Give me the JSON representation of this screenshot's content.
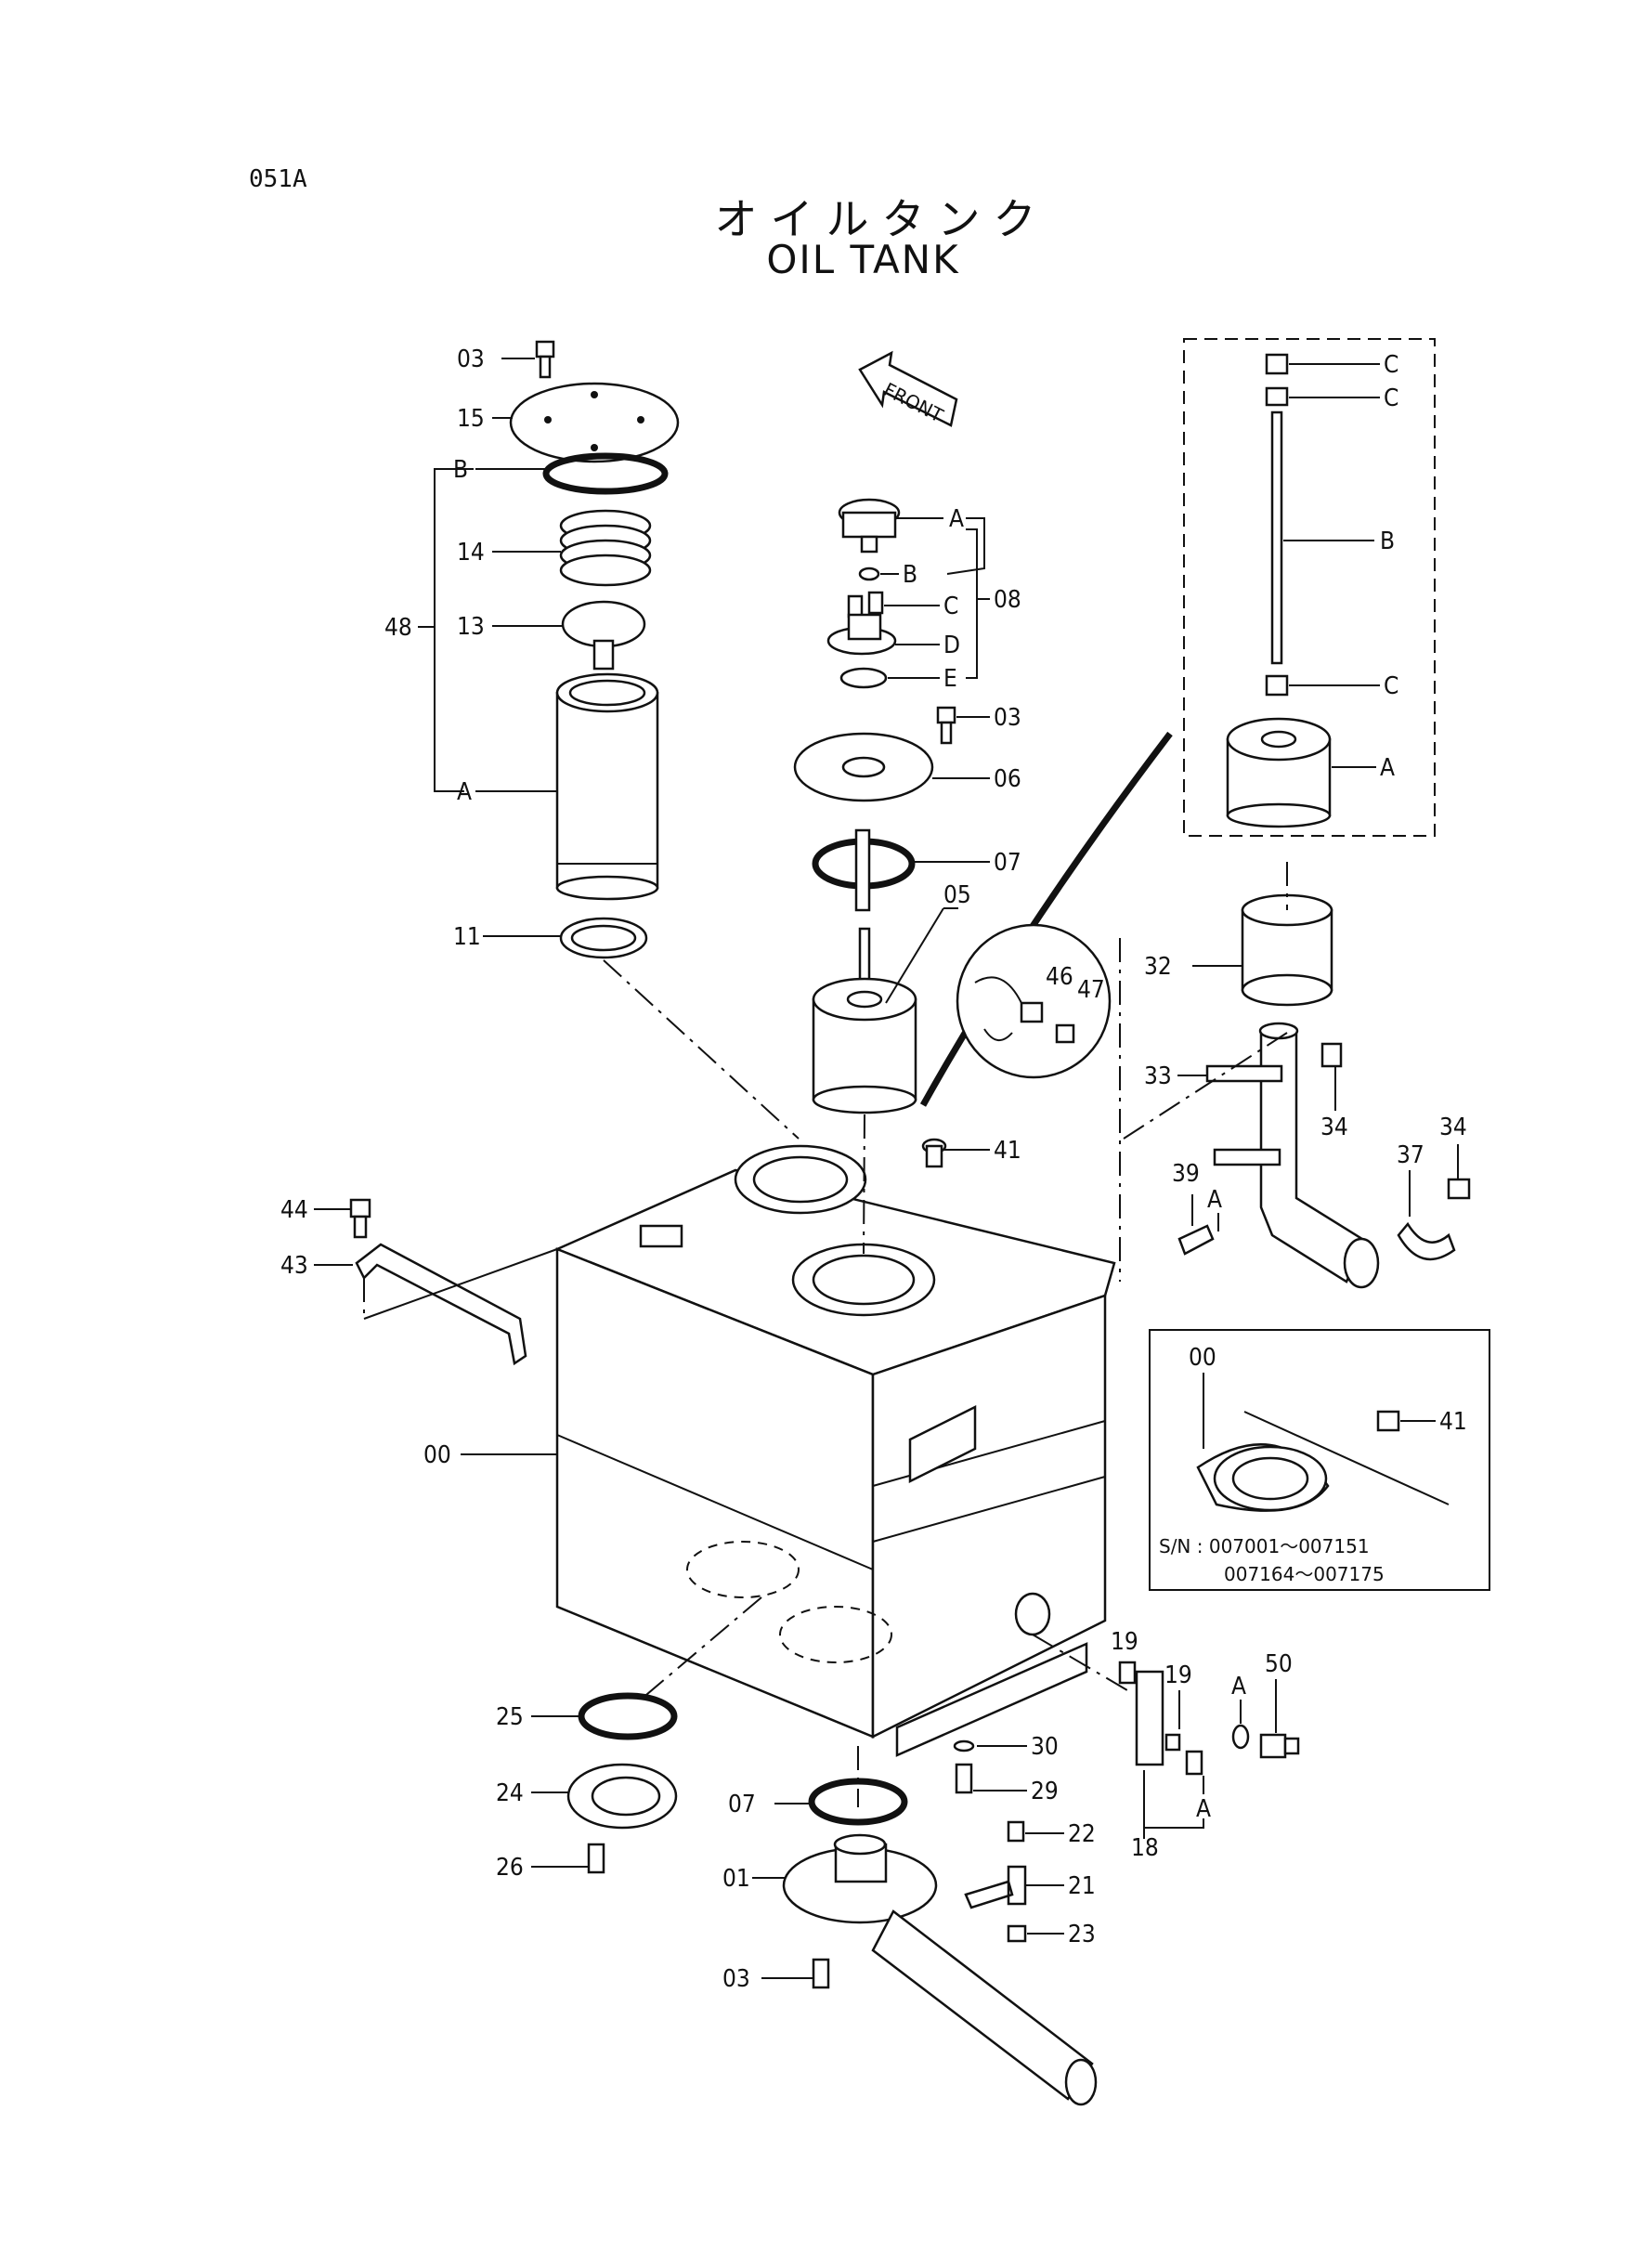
{
  "page_code": "051A",
  "title_jp": "オイルタンク",
  "title_en": "OIL TANK",
  "front_label": "FRONT",
  "callouts": {
    "c03a": "03",
    "c15": "15",
    "cB_left": "B",
    "c14": "14",
    "c48": "48",
    "c13": "13",
    "cA_left": "A",
    "c11": "11",
    "c08A": "A",
    "c08B": "B",
    "c08C": "C",
    "c08D": "D",
    "c08E": "E",
    "c08": "08",
    "c03b": "03",
    "c06": "06",
    "c07a": "07",
    "c05": "05",
    "c46": "46",
    "c47": "47",
    "cC1": "C",
    "cC2": "C",
    "cB_right": "B",
    "cC3": "C",
    "cA_right": "A",
    "c32": "32",
    "c33": "33",
    "c34a": "34",
    "c34b": "34",
    "c37": "37",
    "c39": "39",
    "cA39": "A",
    "c41": "41",
    "c44": "44",
    "c43": "43",
    "c00": "00",
    "c00_inset": "00",
    "c41_inset": "41",
    "sn_line1": "S/N : 007001～007151",
    "sn_line2": "007164～007175",
    "c25": "25",
    "c24": "24",
    "c26": "26",
    "c19a": "19",
    "c19b": "19",
    "c50": "50",
    "cA50": "A",
    "cA_bolt": "A",
    "c18": "18",
    "c30": "30",
    "c29": "29",
    "c07b": "07",
    "c22": "22",
    "c01": "01",
    "c21": "21",
    "c23": "23",
    "c03c": "03"
  }
}
